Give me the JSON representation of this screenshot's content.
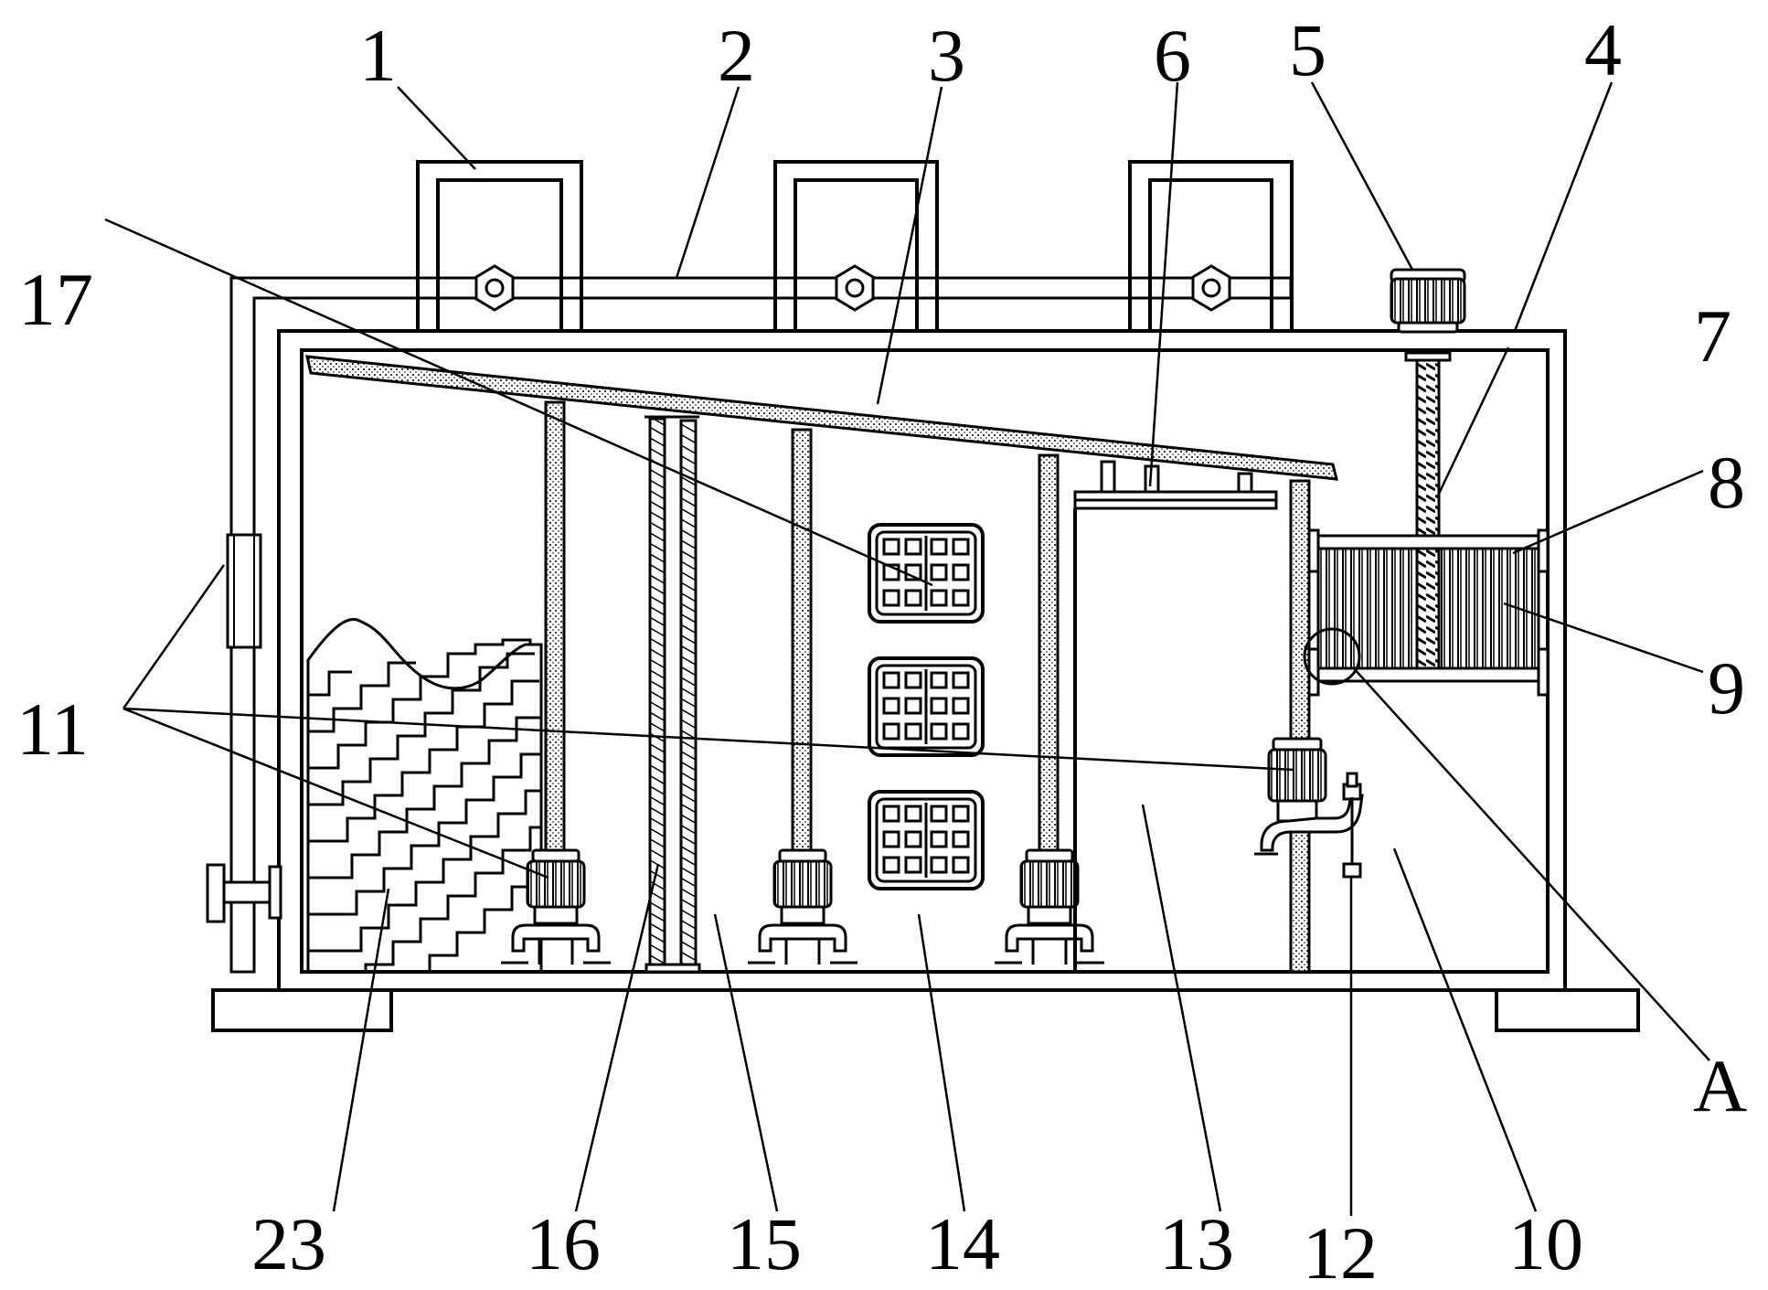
{
  "labels": {
    "l1": "1",
    "l2": "2",
    "l3": "3",
    "l4": "4",
    "l5": "5",
    "l6": "6",
    "l7": "7",
    "l8": "8",
    "l9": "9",
    "l10": "10",
    "l11": "11",
    "l12": "12",
    "l13": "13",
    "l14": "14",
    "l15": "15",
    "l16": "16",
    "l17": "17",
    "l23": "23",
    "lA": "A"
  }
}
